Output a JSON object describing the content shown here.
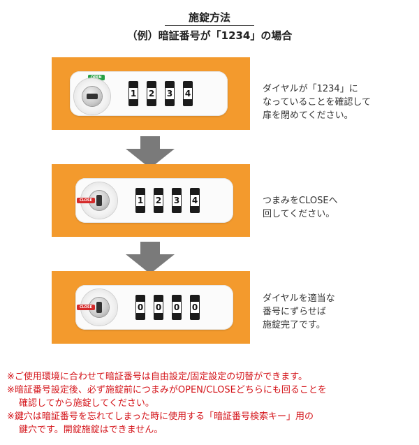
{
  "header": {
    "title": "施錠方法",
    "subtitle": "（例）暗証番号が「1234」の場合"
  },
  "steps": [
    {
      "status_label": "OPEN",
      "status_color": "#27a046",
      "dial_digits": [
        "1",
        "2",
        "3",
        "4"
      ],
      "description": [
        "ダイヤルが「1234」に",
        "なっていることを確認して",
        "扉を閉めてください。"
      ]
    },
    {
      "status_label": "CLOSE",
      "status_color": "#d52b2b",
      "dial_digits": [
        "1",
        "2",
        "3",
        "4"
      ],
      "description": [
        "つまみをCLOSEへ",
        "回してください。"
      ]
    },
    {
      "status_label": "CLOSE",
      "status_color": "#d52b2b",
      "dial_digits": [
        "0",
        "0",
        "0",
        "0"
      ],
      "description": [
        "ダイヤルを適当な",
        "番号にずらせば",
        "施錠完了です。"
      ]
    }
  ],
  "notes": [
    [
      "※ご使用環境に合わせて暗証番号は自由設定/固定設定の切替ができます。"
    ],
    [
      "※暗証番号設定後、必ず施錠前につまみがOPEN/CLOSEどちらにも回ることを",
      "確認してから施錠してください。"
    ],
    [
      "※鍵穴は暗証番号を忘れてしまった時に使用する「暗証番号検索キー」用の",
      "鍵穴です。開錠施錠はできません。"
    ]
  ],
  "colors": {
    "panel": "#f39a2d",
    "arrow": "#7a7a7a",
    "note_text": "#d4141a"
  }
}
